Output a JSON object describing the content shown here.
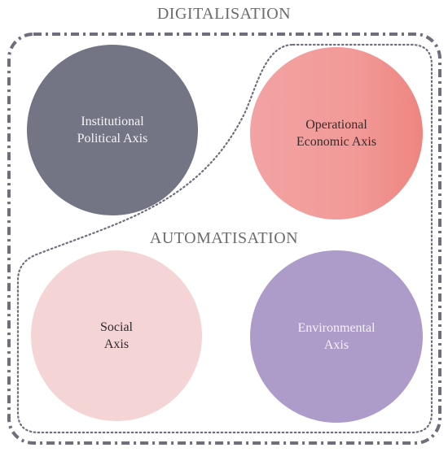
{
  "diagram": {
    "outer_label": "DIGITALISATION",
    "inner_label": "AUTOMATISATION",
    "circles": [
      {
        "label": "Institutional\nPolitical Axis",
        "color": "#737584"
      },
      {
        "label": "Operational\nEconomic Axis",
        "color": "#f29a98"
      },
      {
        "label": "Social\nAxis",
        "color": "#f5d4d6"
      },
      {
        "label": "Environmental\nAxis",
        "color": "#ad9bc9"
      }
    ],
    "frame_color": "#6f6e7c"
  }
}
